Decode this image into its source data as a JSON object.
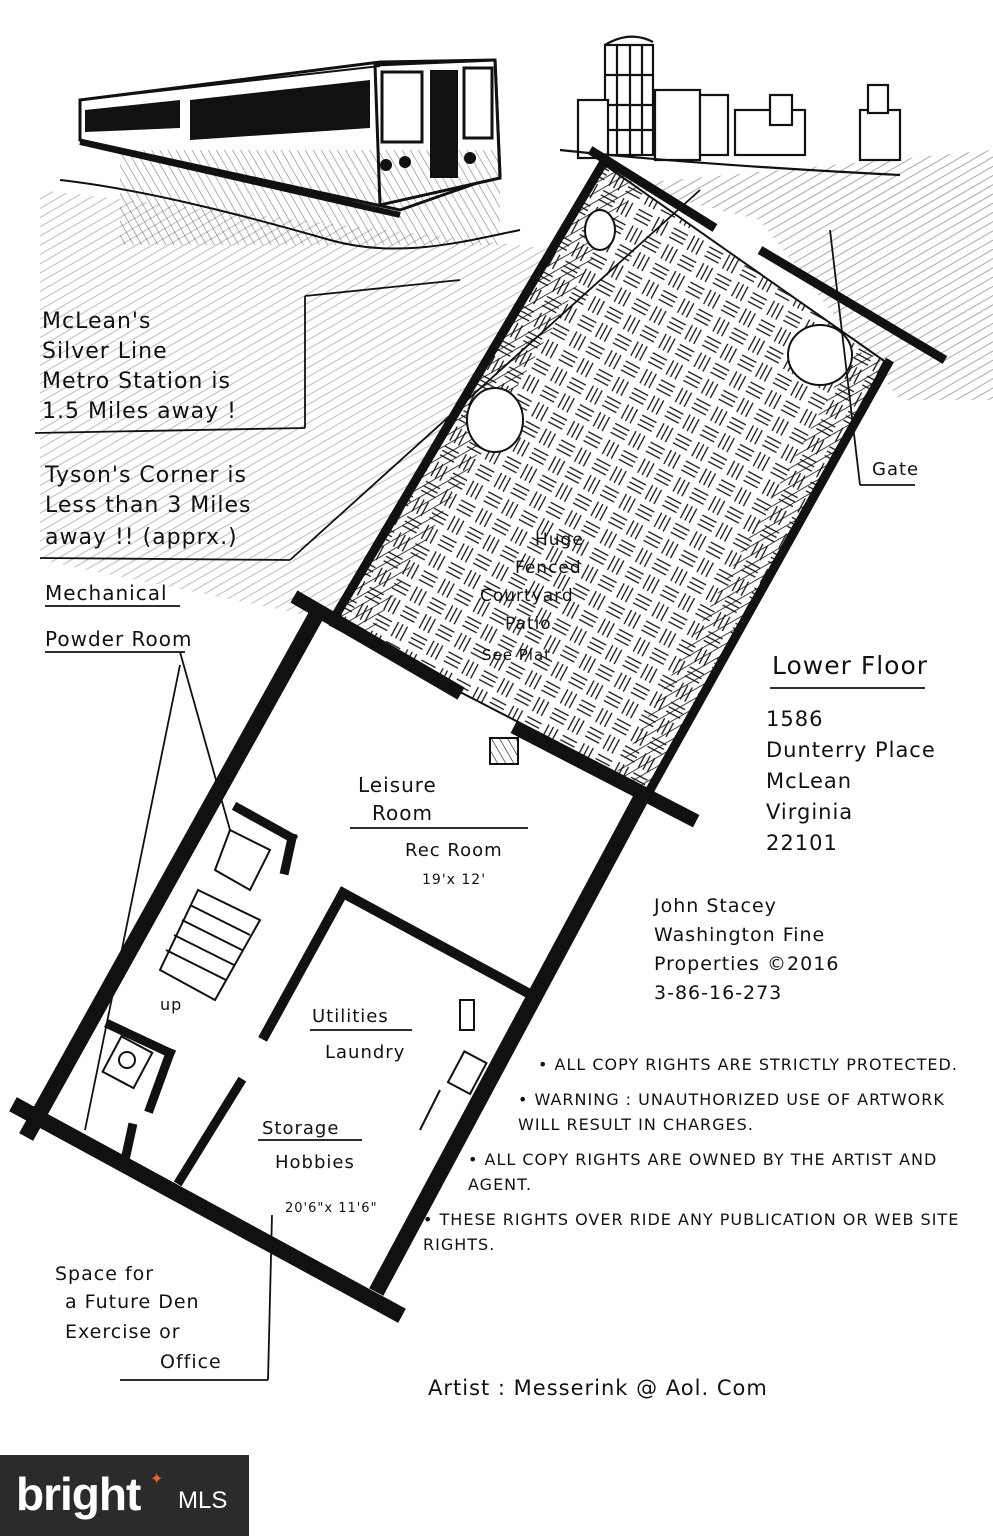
{
  "annotations": {
    "metro": [
      "McLean's",
      "Silver Line",
      "Metro Station is",
      "1.5 Miles away !"
    ],
    "tysons": [
      "Tyson's Corner is",
      "Less than 3 Miles",
      "away !!  (apprx.)"
    ],
    "mechanical": "Mechanical",
    "powder_room": "Powder Room",
    "gate": "Gate",
    "courtyard": [
      "Huge",
      "Fenced",
      "Courtyard",
      "Patio"
    ],
    "see_plat": "See Plat",
    "leisure": "Leisure",
    "room": "Room",
    "rec_room": "Rec Room",
    "rec_dims": "19'x 12'",
    "up": "up",
    "utilities": "Utilities",
    "laundry": "Laundry",
    "storage": "Storage",
    "hobbies": "Hobbies",
    "storage_dims": "20'6\"x 11'6\"",
    "future": [
      "Space for",
      "a Future Den",
      "Exercise or",
      "Office"
    ]
  },
  "title_block": {
    "floor": "Lower Floor",
    "address": [
      "1586",
      "Dunterry Place",
      "McLean",
      "Virginia",
      "22101"
    ],
    "agent": [
      "John Stacey",
      "Washington Fine",
      "Properties  ©2016",
      "3-86-16-273"
    ]
  },
  "notices": [
    "• All copy rights are strictly protected.",
    "• Warning :  Unauthorized use of artwork will result in charges.",
    "• All copy rights are owned by the artist and agent.",
    "• These rights over ride any publication or web site rights."
  ],
  "artist": "Artist :  Messerink @ Aol. Com",
  "logo": {
    "brand": "bright",
    "suffix": "MLS"
  }
}
